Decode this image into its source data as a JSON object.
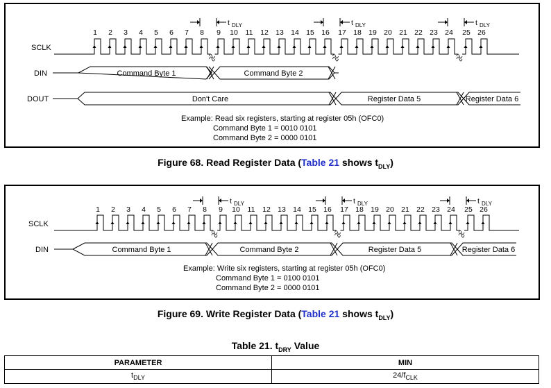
{
  "figure68": {
    "signals": {
      "sclk": "SCLK",
      "din": "DIN",
      "dout": "DOUT"
    },
    "clock_numbers": [
      "1",
      "2",
      "3",
      "4",
      "5",
      "6",
      "7",
      "8",
      "9",
      "10",
      "11",
      "12",
      "13",
      "14",
      "15",
      "16",
      "17",
      "18",
      "19",
      "20",
      "21",
      "22",
      "23",
      "24",
      "25",
      "26"
    ],
    "tdly": "t",
    "tdly_sub": "DLY",
    "din_segments": [
      "Command Byte 1",
      "Command Byte 2"
    ],
    "dout_segments": [
      "Don't Care",
      "Register Data 5",
      "Register Data 6"
    ],
    "example": [
      "Example: Read six registers, starting at register 05h (OFC0)",
      "Command Byte 1 = 0010 0101",
      "Command Byte 2 = 0000 0101"
    ],
    "caption": {
      "prefix": "Figure 68.  Read Register Data (",
      "ref": "Table 21",
      "mid": " shows t",
      "sub": "DLY",
      "suffix": ")"
    }
  },
  "figure69": {
    "signals": {
      "sclk": "SCLK",
      "din": "DIN"
    },
    "clock_numbers": [
      "1",
      "2",
      "3",
      "4",
      "5",
      "6",
      "7",
      "8",
      "9",
      "10",
      "11",
      "12",
      "13",
      "14",
      "15",
      "16",
      "17",
      "18",
      "19",
      "20",
      "21",
      "22",
      "23",
      "24",
      "25",
      "26"
    ],
    "tdly": "t",
    "tdly_sub": "DLY",
    "din_segments": [
      "Command Byte 1",
      "Command Byte 2",
      "Register Data 5",
      "Register Data 6"
    ],
    "example": [
      "Example: Write six registers, starting at register 05h (OFC0)",
      "Command Byte 1 = 0100 0101",
      "Command Byte 2 = 0000 0101"
    ],
    "caption": {
      "prefix": "Figure 69.  Write Register Data (",
      "ref": "Table 21",
      "mid": " shows t",
      "sub": "DLY",
      "suffix": ")"
    }
  },
  "table21": {
    "title_prefix": "Table 21. t",
    "title_sub": "DRY",
    "title_suffix": " Value",
    "headers": [
      "PARAMETER",
      "MIN"
    ],
    "row": {
      "param": "t",
      "param_sub": "DLY",
      "min": "24/f",
      "min_sub": "CLK"
    }
  },
  "colors": {
    "link": "#1f2fc9",
    "line": "#000000"
  }
}
